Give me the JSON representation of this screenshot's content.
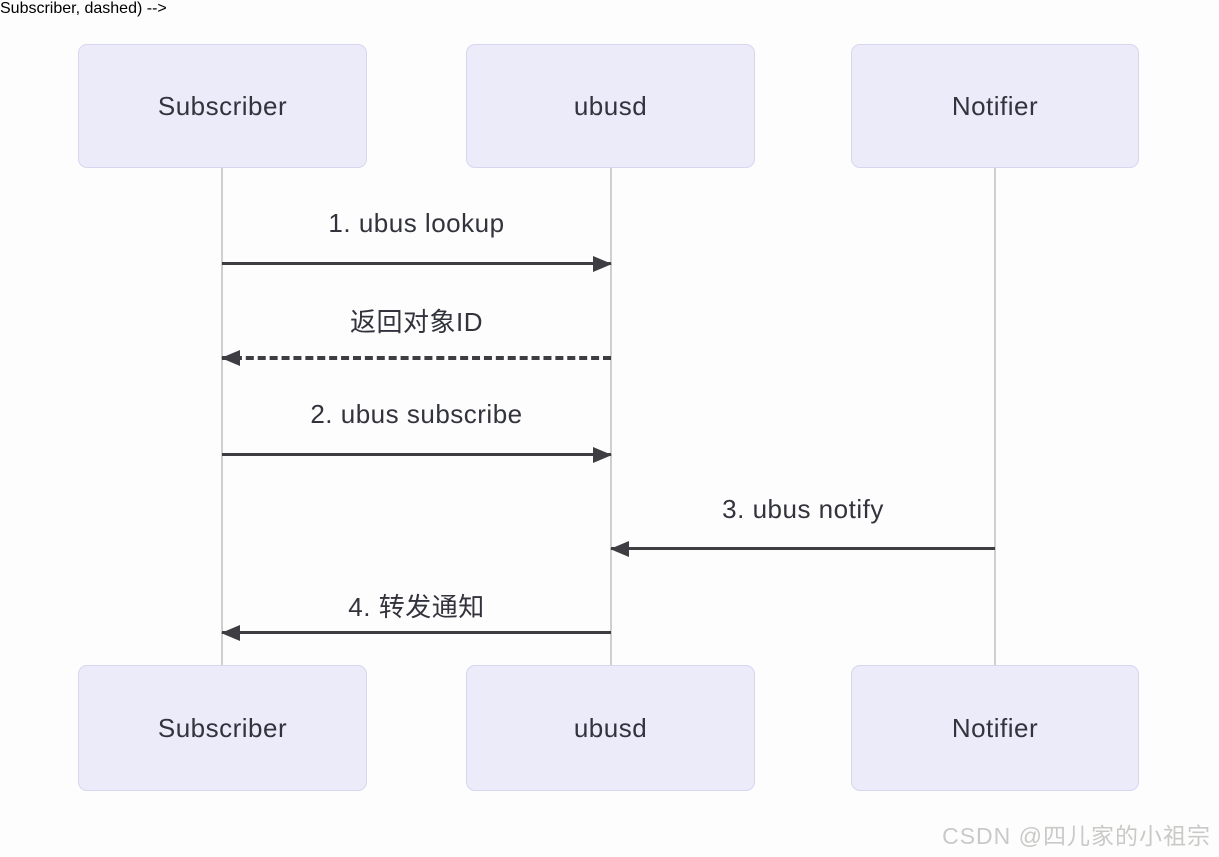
{
  "diagram": {
    "type": "sequence",
    "actors": [
      {
        "id": "subscriber",
        "label": "Subscriber"
      },
      {
        "id": "ubusd",
        "label": "ubusd"
      },
      {
        "id": "notifier",
        "label": "Notifier"
      }
    ],
    "messages": [
      {
        "label": "1. ubus lookup",
        "from": "Subscriber",
        "to": "ubusd",
        "line": "solid",
        "direction": "right"
      },
      {
        "label": "返回对象ID",
        "from": "ubusd",
        "to": "Subscriber",
        "line": "dashed",
        "direction": "left"
      },
      {
        "label": "2. ubus subscribe",
        "from": "Subscriber",
        "to": "ubusd",
        "line": "solid",
        "direction": "right"
      },
      {
        "label": "3. ubus notify",
        "from": "Notifier",
        "to": "ubusd",
        "line": "solid",
        "direction": "left"
      },
      {
        "label": "4. 转发通知",
        "from": "ubusd",
        "to": "Subscriber",
        "line": "solid",
        "direction": "left"
      }
    ]
  },
  "watermark": {
    "text": "CSDN @四儿家的小祖宗"
  },
  "colors": {
    "actor_fill": "#ECEBF9",
    "actor_border": "#D9D5EE",
    "arrow_color": "#3d3d42",
    "lifeline_color": "#cfcfcf",
    "text_color": "#33333d",
    "watermark_color": "#c9c9c7",
    "bg_color": "#fdfdfd"
  }
}
